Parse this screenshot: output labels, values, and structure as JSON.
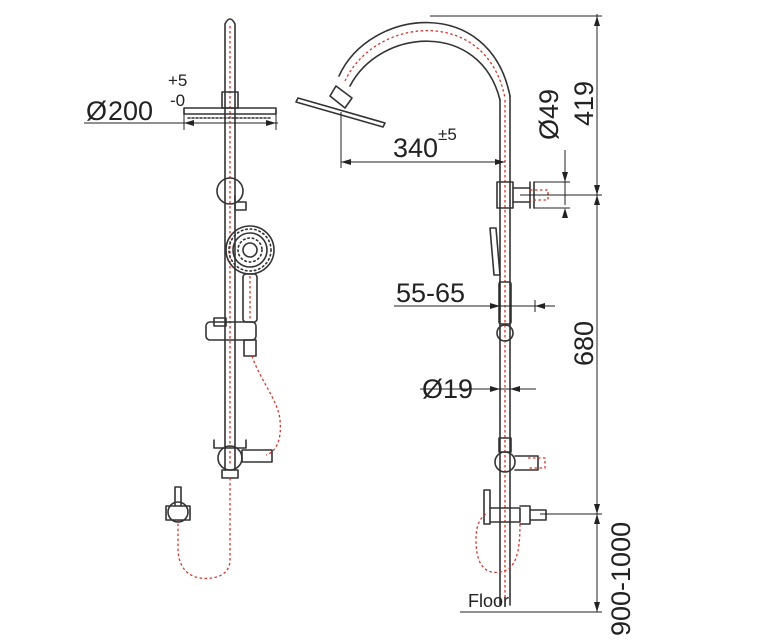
{
  "diagram": {
    "dimensions": {
      "head_diameter": {
        "symbol": "Ø",
        "value": "200",
        "tol_upper": "+5",
        "tol_lower": "-0"
      },
      "arm_reach": {
        "value": "340",
        "tolerance": "±5"
      },
      "pipe_diameter": "Ø49",
      "top_height": "419",
      "bracket_range": "55-65",
      "rail_height": "680",
      "rail_diameter": "Ø19",
      "outlet_height": "900-1000"
    },
    "labels": {
      "floor": "Floor"
    },
    "colors": {
      "outline": "#333333",
      "pipe_inner": "#d9342b",
      "dimension": "#222222"
    }
  }
}
